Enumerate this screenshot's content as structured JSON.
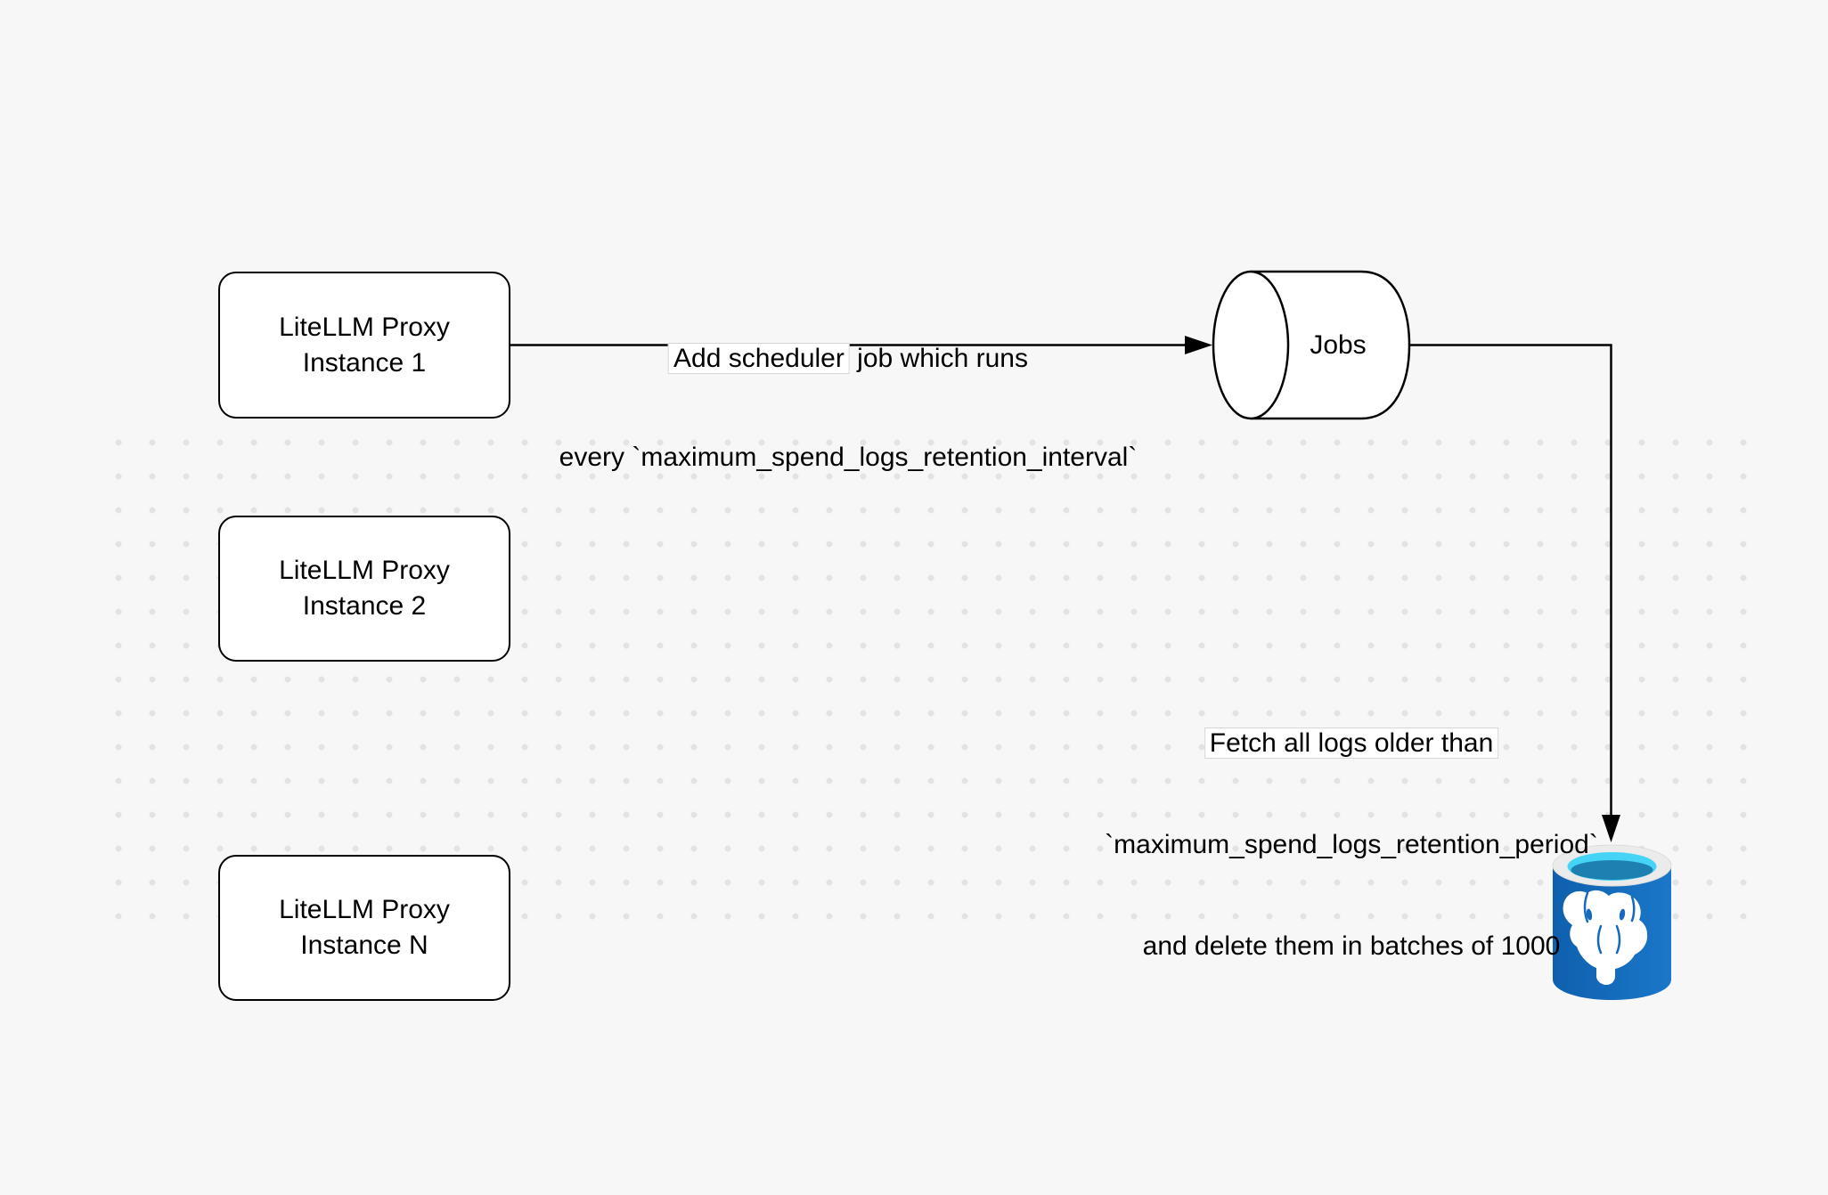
{
  "diagram": {
    "background_color": "#f7f7f7",
    "dot_color": "#e3e3e3",
    "stroke_color": "#000000"
  },
  "nodes": {
    "proxy1": {
      "line1": "LiteLLM Proxy",
      "line2": "Instance 1"
    },
    "proxy2": {
      "line1": "LiteLLM Proxy",
      "line2": "Instance 2"
    },
    "proxyN": {
      "line1": "LiteLLM Proxy",
      "line2": "Instance N"
    },
    "jobs": {
      "label": "Jobs"
    }
  },
  "edges": {
    "scheduler": {
      "label_boxed": "Add scheduler",
      "label_rest": " job which runs",
      "line2": "every `maximum_spend_logs_retention_interval`"
    },
    "fetch_delete": {
      "line1": "Fetch all logs older than",
      "line2": "`maximum_spend_logs_retention_period`",
      "line3": "and delete them in batches of 1000"
    }
  },
  "icons": {
    "database": "postgresql-elephant-database-icon",
    "jobs_shape": "horizontal-cylinder-queue"
  },
  "colors": {
    "pg_body_dark": "#0e60ad",
    "pg_body_light": "#1b77c9",
    "pg_rim": "#ebebeb",
    "pg_opening": "#45d3f6",
    "pg_opening_shadow": "#1e80b1",
    "pg_elephant": "#ffffff",
    "pg_detail": "#1569be",
    "label_box_border": "#d6d6d6"
  }
}
